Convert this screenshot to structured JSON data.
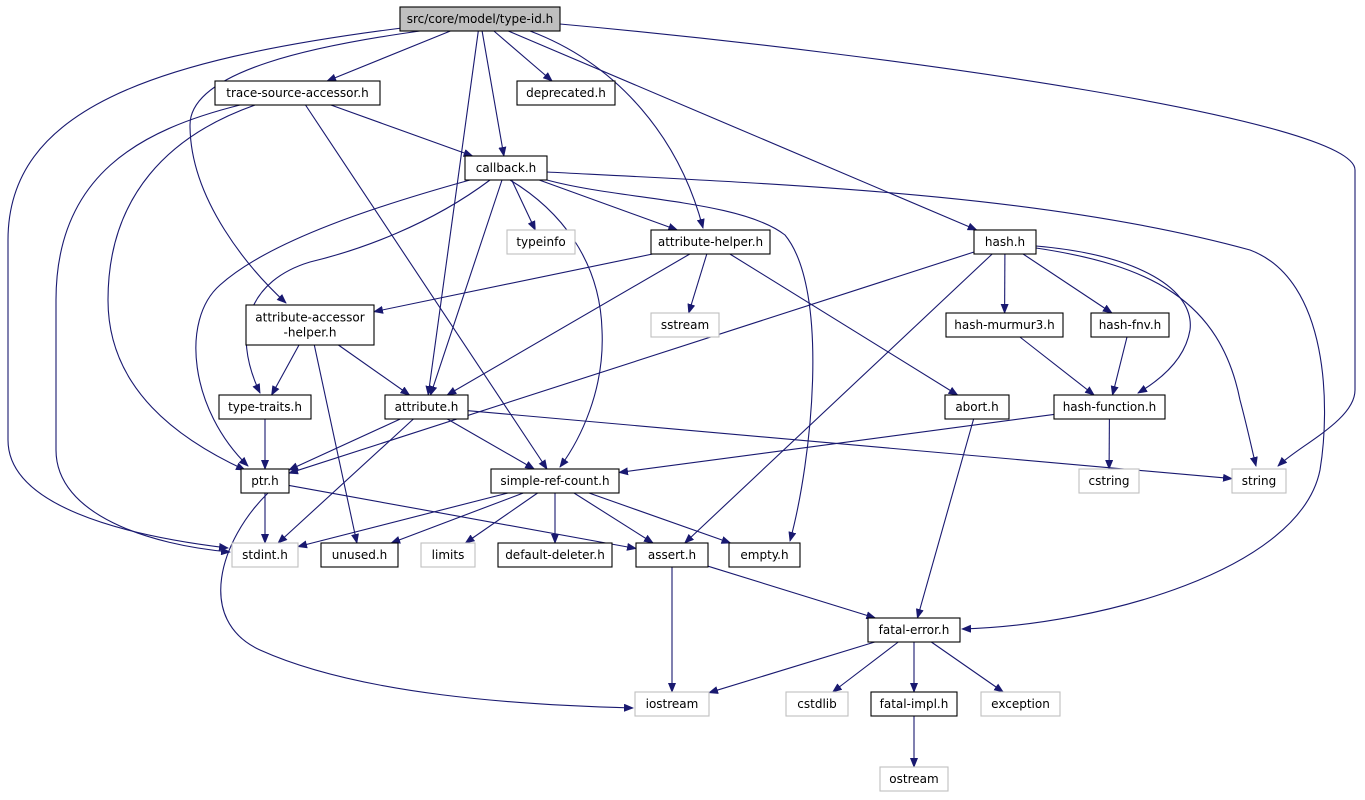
{
  "colors": {
    "edge": "#191970",
    "root_fill": "#bfbfbf",
    "node_border": "#000000",
    "external_border": "#bfbfbf",
    "node_fill": "#ffffff"
  },
  "nodes": {
    "typeid": {
      "label": "src/core/model/type-id.h",
      "kind": "root"
    },
    "tsa": {
      "label": "trace-source-accessor.h",
      "kind": "header"
    },
    "deprecated": {
      "label": "deprecated.h",
      "kind": "header"
    },
    "callback": {
      "label": "callback.h",
      "kind": "header"
    },
    "typeinfo": {
      "label": "typeinfo",
      "kind": "external"
    },
    "attrhelper": {
      "label": "attribute-helper.h",
      "kind": "header"
    },
    "hash": {
      "label": "hash.h",
      "kind": "header"
    },
    "aah": {
      "label": "attribute-accessor\n-helper.h",
      "kind": "header"
    },
    "sstream": {
      "label": "sstream",
      "kind": "external"
    },
    "murmur": {
      "label": "hash-murmur3.h",
      "kind": "header"
    },
    "fnv": {
      "label": "hash-fnv.h",
      "kind": "header"
    },
    "typetraits": {
      "label": "type-traits.h",
      "kind": "header"
    },
    "attribute": {
      "label": "attribute.h",
      "kind": "header"
    },
    "abort": {
      "label": "abort.h",
      "kind": "header"
    },
    "hashfunc": {
      "label": "hash-function.h",
      "kind": "header"
    },
    "ptr": {
      "label": "ptr.h",
      "kind": "header"
    },
    "src": {
      "label": "simple-ref-count.h",
      "kind": "header"
    },
    "cstring": {
      "label": "cstring",
      "kind": "external"
    },
    "string": {
      "label": "string",
      "kind": "external"
    },
    "stdint": {
      "label": "stdint.h",
      "kind": "external"
    },
    "unused": {
      "label": "unused.h",
      "kind": "header"
    },
    "limits": {
      "label": "limits",
      "kind": "external"
    },
    "deleter": {
      "label": "default-deleter.h",
      "kind": "header"
    },
    "assert": {
      "label": "assert.h",
      "kind": "header"
    },
    "empty": {
      "label": "empty.h",
      "kind": "header"
    },
    "fatalerror": {
      "label": "fatal-error.h",
      "kind": "header"
    },
    "iostream": {
      "label": "iostream",
      "kind": "external"
    },
    "cstdlib": {
      "label": "cstdlib",
      "kind": "external"
    },
    "fatalimpl": {
      "label": "fatal-impl.h",
      "kind": "header"
    },
    "exception": {
      "label": "exception",
      "kind": "external"
    },
    "ostream": {
      "label": "ostream",
      "kind": "external"
    }
  },
  "edges": [
    [
      "typeid",
      "tsa"
    ],
    [
      "typeid",
      "deprecated"
    ],
    [
      "typeid",
      "callback"
    ],
    [
      "typeid",
      "attrhelper"
    ],
    [
      "typeid",
      "hash"
    ],
    [
      "typeid",
      "aah"
    ],
    [
      "typeid",
      "attribute"
    ],
    [
      "typeid",
      "stdint"
    ],
    [
      "typeid",
      "string"
    ],
    [
      "tsa",
      "callback"
    ],
    [
      "tsa",
      "ptr"
    ],
    [
      "tsa",
      "src"
    ],
    [
      "tsa",
      "stdint"
    ],
    [
      "callback",
      "typeinfo"
    ],
    [
      "callback",
      "attrhelper"
    ],
    [
      "callback",
      "typetraits"
    ],
    [
      "callback",
      "attribute"
    ],
    [
      "callback",
      "ptr"
    ],
    [
      "callback",
      "src"
    ],
    [
      "callback",
      "empty"
    ],
    [
      "callback",
      "fatalerror"
    ],
    [
      "attrhelper",
      "aah"
    ],
    [
      "attrhelper",
      "attribute"
    ],
    [
      "attrhelper",
      "sstream"
    ],
    [
      "attrhelper",
      "abort"
    ],
    [
      "hash",
      "murmur"
    ],
    [
      "hash",
      "fnv"
    ],
    [
      "hash",
      "hashfunc"
    ],
    [
      "hash",
      "string"
    ],
    [
      "hash",
      "assert"
    ],
    [
      "hash",
      "ptr"
    ],
    [
      "aah",
      "typetraits"
    ],
    [
      "aah",
      "attribute"
    ],
    [
      "aah",
      "unused"
    ],
    [
      "murmur",
      "hashfunc"
    ],
    [
      "fnv",
      "hashfunc"
    ],
    [
      "typetraits",
      "ptr"
    ],
    [
      "attribute",
      "ptr"
    ],
    [
      "attribute",
      "src"
    ],
    [
      "attribute",
      "string"
    ],
    [
      "attribute",
      "stdint"
    ],
    [
      "abort",
      "fatalerror"
    ],
    [
      "hashfunc",
      "cstring"
    ],
    [
      "hashfunc",
      "src"
    ],
    [
      "ptr",
      "stdint"
    ],
    [
      "ptr",
      "assert"
    ],
    [
      "ptr",
      "iostream"
    ],
    [
      "src",
      "stdint"
    ],
    [
      "src",
      "unused"
    ],
    [
      "src",
      "limits"
    ],
    [
      "src",
      "deleter"
    ],
    [
      "src",
      "assert"
    ],
    [
      "src",
      "empty"
    ],
    [
      "assert",
      "fatalerror"
    ],
    [
      "assert",
      "iostream"
    ],
    [
      "fatalerror",
      "iostream"
    ],
    [
      "fatalerror",
      "cstdlib"
    ],
    [
      "fatalerror",
      "fatalimpl"
    ],
    [
      "fatalerror",
      "exception"
    ],
    [
      "fatalimpl",
      "ostream"
    ]
  ]
}
